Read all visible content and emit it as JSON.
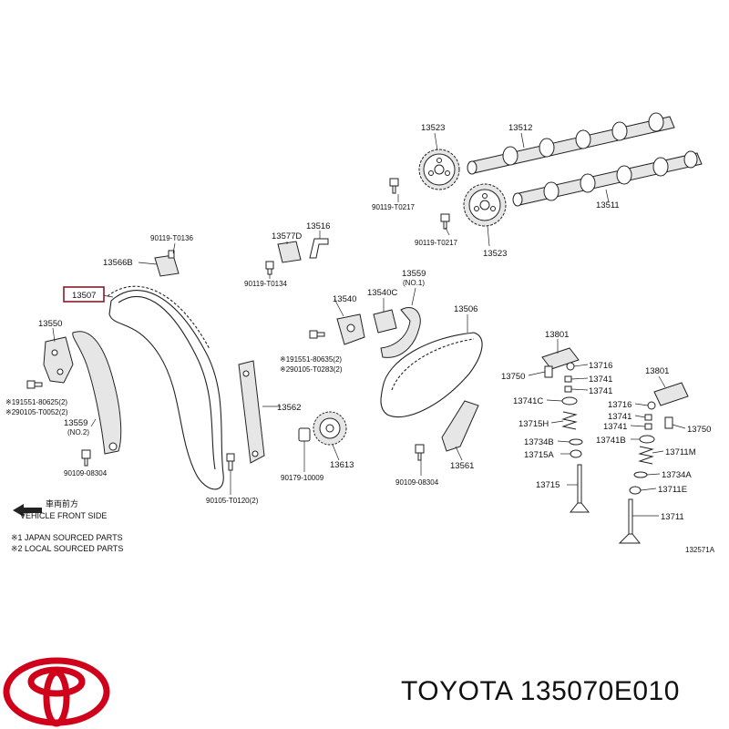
{
  "labels": {
    "l13523a": "13523",
    "l13512": "13512",
    "l90119a": "90119-T0217",
    "l13511": "13511",
    "l90119b": "90119-T0217",
    "l13523b": "13523",
    "l90119c": "90119-T0136",
    "l13577": "13577D",
    "l13516": "13516",
    "l13566": "13566B",
    "l90119d": "90119-T0134",
    "l13559a": "13559",
    "l13559a_sub": "(NO.1)",
    "l13540": "13540",
    "l13540c": "13540C",
    "l13506": "13506",
    "l13550": "13550",
    "l191551a": "※191551-80635(2)",
    "l290105a": "※290105-T0283(2)",
    "l191551b": "※191551-80625(2)",
    "l290105b": "※290105-T0052(2)",
    "l13559b": "13559",
    "l13559b_sub": "(NO.2)",
    "l90109a": "90109-08304",
    "l13562": "13562",
    "l90105": "90105-T0120(2)",
    "l90179": "90179-10009",
    "l13613": "13613",
    "l90109b": "90109-08304",
    "l13561": "13561",
    "l13801a": "13801",
    "l13716a": "13716",
    "l13750a": "13750",
    "l13741a": "13741",
    "l13741b": "13741",
    "l13741c": "13741C",
    "l13715h": "13715H",
    "l13734b": "13734B",
    "l13715a": "13715A",
    "l13715": "13715",
    "l13801b": "13801",
    "l13716b": "13716",
    "l13741d": "13741",
    "l13741e": "13741",
    "l13750b": "13750",
    "l13741b2": "13741B",
    "l13711m": "13711M",
    "l13734a": "13734A",
    "l13711e": "13711E",
    "l13711": "13711",
    "ref": "132571A"
  },
  "highlight": {
    "label": "13507",
    "border_color": "#8b1a2b"
  },
  "orientation": {
    "jp": "車両前方",
    "en": "VEHICLE FRONT SIDE"
  },
  "notes": {
    "n1": "※1 JAPAN SOURCED PARTS",
    "n2": "※2 LOCAL SOURCED PARTS"
  },
  "caption": "TOYOTA 135070E010",
  "brand": {
    "logo_color": "#d0021b"
  }
}
